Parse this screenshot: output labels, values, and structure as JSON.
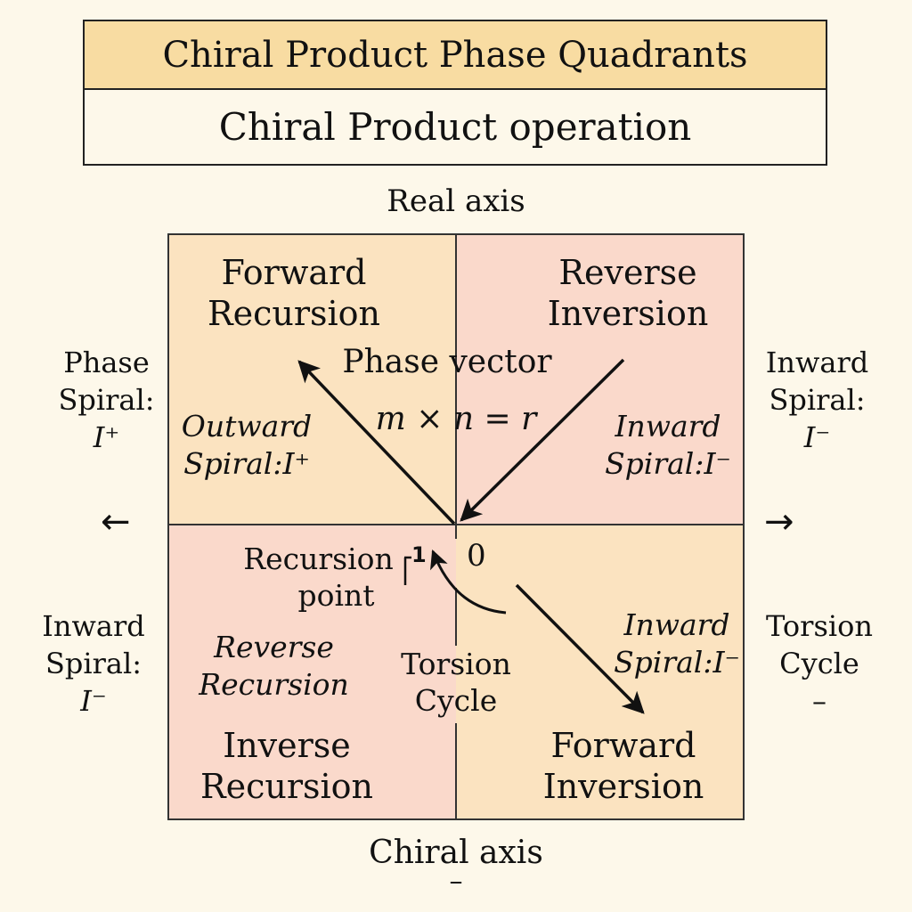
{
  "title": "Chiral Product Phase Quadrants",
  "subtitle": "Chiral Product operation",
  "axes": {
    "top": "Real axis",
    "bottom": "Chiral axis",
    "bottom_mark": "–"
  },
  "quadrants": {
    "top_left": {
      "title_line1": "Forward",
      "title_line2": "Recursion",
      "sub_line1": "Outward",
      "sub_line2": "Spiral:I⁺"
    },
    "top_right": {
      "title_line1": "Reverse",
      "title_line2": "Inversion",
      "sub_line1": "Inward",
      "sub_line2": "Spiral:I⁻"
    },
    "bottom_left": {
      "sub_line1": "Reverse",
      "sub_line2": "Recursion",
      "title_line1": "Inverse",
      "title_line2": "Recursion"
    },
    "bottom_right": {
      "sub_line1": "Inward",
      "sub_line2": "Spiral:I⁻",
      "title_line1": "Forward",
      "title_line2": "Inversion"
    }
  },
  "center": {
    "phase_vector": "Phase vector",
    "formula": "m × n = r",
    "origin": "0",
    "recursion_point_line1": "Recursion",
    "recursion_point_line2": "point",
    "recursion_mark": "1",
    "torsion_line1": "Torsion",
    "torsion_line2": "Cycle"
  },
  "sides": {
    "left_top": {
      "line1": "Phase",
      "line2": "Spiral:",
      "line3": "I⁺"
    },
    "right_top": {
      "line1": "Inward",
      "line2": "Spiral:",
      "line3": "I⁻"
    },
    "left_bottom": {
      "line1": "Inward",
      "line2": "Spiral:",
      "line3": "I⁻"
    },
    "right_bottom": {
      "line1": "Torsion",
      "line2": "Cycle",
      "line3": "–"
    },
    "left_arrow": "←",
    "right_arrow": "→"
  }
}
